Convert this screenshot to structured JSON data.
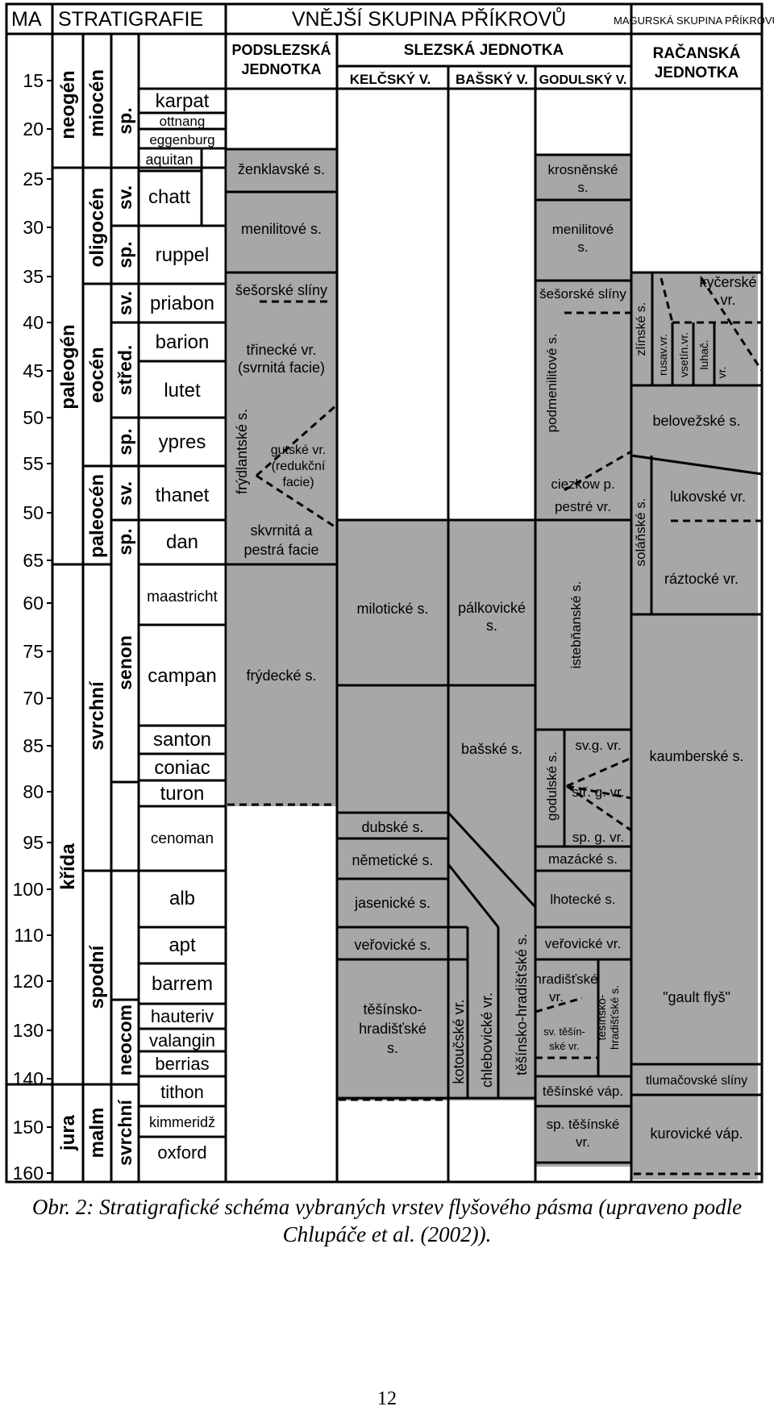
{
  "header": {
    "ma": "MA",
    "stratigrafie": "STRATIGRAFIE",
    "vnejsi": "VNĚJŠÍ SKUPINA PŘÍKROVŮ",
    "magurska": "MAGURSKÁ SKUPINA PŘÍKROVŮ",
    "podslezska": [
      "PODSLEZSKÁ",
      "JEDNOTKA"
    ],
    "slezska": "SLEZSKÁ JEDNOTKA",
    "kelcsky": "KELČSKÝ V.",
    "bassky": "BAŠSKÝ V.",
    "godulsky": "GODULSKÝ V.",
    "racanska": [
      "RAČANSKÁ",
      "JEDNOTKA"
    ]
  },
  "ma_labels": [
    "15",
    "20",
    "25",
    "30",
    "35",
    "40",
    "45",
    "50",
    "55",
    "50",
    "65",
    "60",
    "75",
    "70",
    "85",
    "80",
    "95",
    "100",
    "110",
    "120",
    "130",
    "140",
    "150",
    "160"
  ],
  "strat": {
    "systems": [
      "neogén",
      "paleogén",
      "křída",
      "jura"
    ],
    "series": [
      "miocén",
      "oligocén",
      "eocén",
      "paleocén",
      "svrchní",
      "spodní",
      "malm"
    ],
    "subseries": [
      "sp.",
      "sv.",
      "sp.",
      "sv.",
      "střed.",
      "sp.",
      "sv.",
      "sp.",
      "senon",
      "neocom",
      "svrchní"
    ],
    "stages": [
      "karpat",
      "ottnang",
      "eggenburg",
      "aquitan",
      "chatt",
      "ruppel",
      "priabon",
      "barion",
      "lutet",
      "ypres",
      "thanet",
      "dan",
      "maastricht",
      "campan",
      "santon",
      "coniac",
      "turon",
      "cenoman",
      "alb",
      "apt",
      "barrem",
      "hauteriv",
      "valangin",
      "berrias",
      "tithon",
      "kimmeridž",
      "oxford"
    ]
  },
  "podslezska": {
    "zenklavske": "ženklavské s.",
    "menilitove": "menilitové s.",
    "sesorske": "šešorské slíny",
    "trinecke": [
      "třinecké vr.",
      "(svrnitá facie)"
    ],
    "frydlantske": "frýdlantské s.",
    "gutske": [
      "gutské vr.",
      "(redukční",
      "facie)"
    ],
    "skvrnita": [
      "skvrnitá a",
      "pestrá facie"
    ],
    "frydecke": "frýdecké s."
  },
  "kelcsky": {
    "milotice": "milotické s.",
    "dubske": "dubské s.",
    "nemeticke": "němetické s.",
    "jasenicke": "jasenické s.",
    "verovicke": "veřovické s.",
    "tesinsko": [
      "těšínsko-",
      "hradišťské",
      "s."
    ]
  },
  "bassky": {
    "palkovicke": [
      "pálkovické",
      "s."
    ],
    "basske": "bašské s.",
    "kotoucske": "kotoučské vr.",
    "chlebovicke": "chlebovické vr.",
    "tesinsko_hradistske": "těšínsko-hradišťské s."
  },
  "godulsky": {
    "krosnenske": [
      "krosněnské",
      "s."
    ],
    "menilitove": [
      "menilitové",
      "s."
    ],
    "sesorske": "šešorské slíny",
    "podmenilitove": "podmenilitové s.",
    "ciezkow": "ciezkow p.",
    "pestre": "pestré vr.",
    "istebnanske": "istebňanské s.",
    "godulske": "godulské s.",
    "svg": "sv.g. vr.",
    "strg": "stř. g. vr.",
    "spg": "sp. g. vr.",
    "mazacke": "mazácké s.",
    "lhotecke": "lhotecké s.",
    "verovicke": "veřovické vr.",
    "hradistske": [
      "hradišťské",
      "vr."
    ],
    "sv_tesinske": [
      "sv. těšín-",
      "ské vr."
    ],
    "tesinsko_hradistske": [
      "těšínsko-",
      "hradišťské s."
    ],
    "tesinske_vap": "těšínské váp.",
    "sp_tesinske": [
      "sp. těšínské",
      "vr."
    ]
  },
  "racanska": {
    "kycerske": [
      "kyčerské",
      "vr."
    ],
    "zlinske": "zlínské s.",
    "rusav": "rusav.vr.",
    "vsetin": "vsetín.vr.",
    "luhac": "luhač.",
    "vr": "vr.",
    "belovezske": "belovežské s.",
    "solanske": "soláňské s.",
    "lukovske": "lukovské vr.",
    "raztocke": "ráztocké vr.",
    "kaumberske": "kaumberské s.",
    "gault": "\"gault flyš\"",
    "tlumacovske": "tlumačovské slíny",
    "kurovicke": "kurovické váp."
  },
  "caption": {
    "line1": "Obr. 2: Stratigrafické schéma vybraných vrstev flyšového pásma (upraveno podle",
    "line2": "Chlupáče et al. (2002))."
  },
  "page_number": "12",
  "colors": {
    "fill": "#a7a7a7",
    "line": "#000000",
    "background": "#ffffff"
  }
}
